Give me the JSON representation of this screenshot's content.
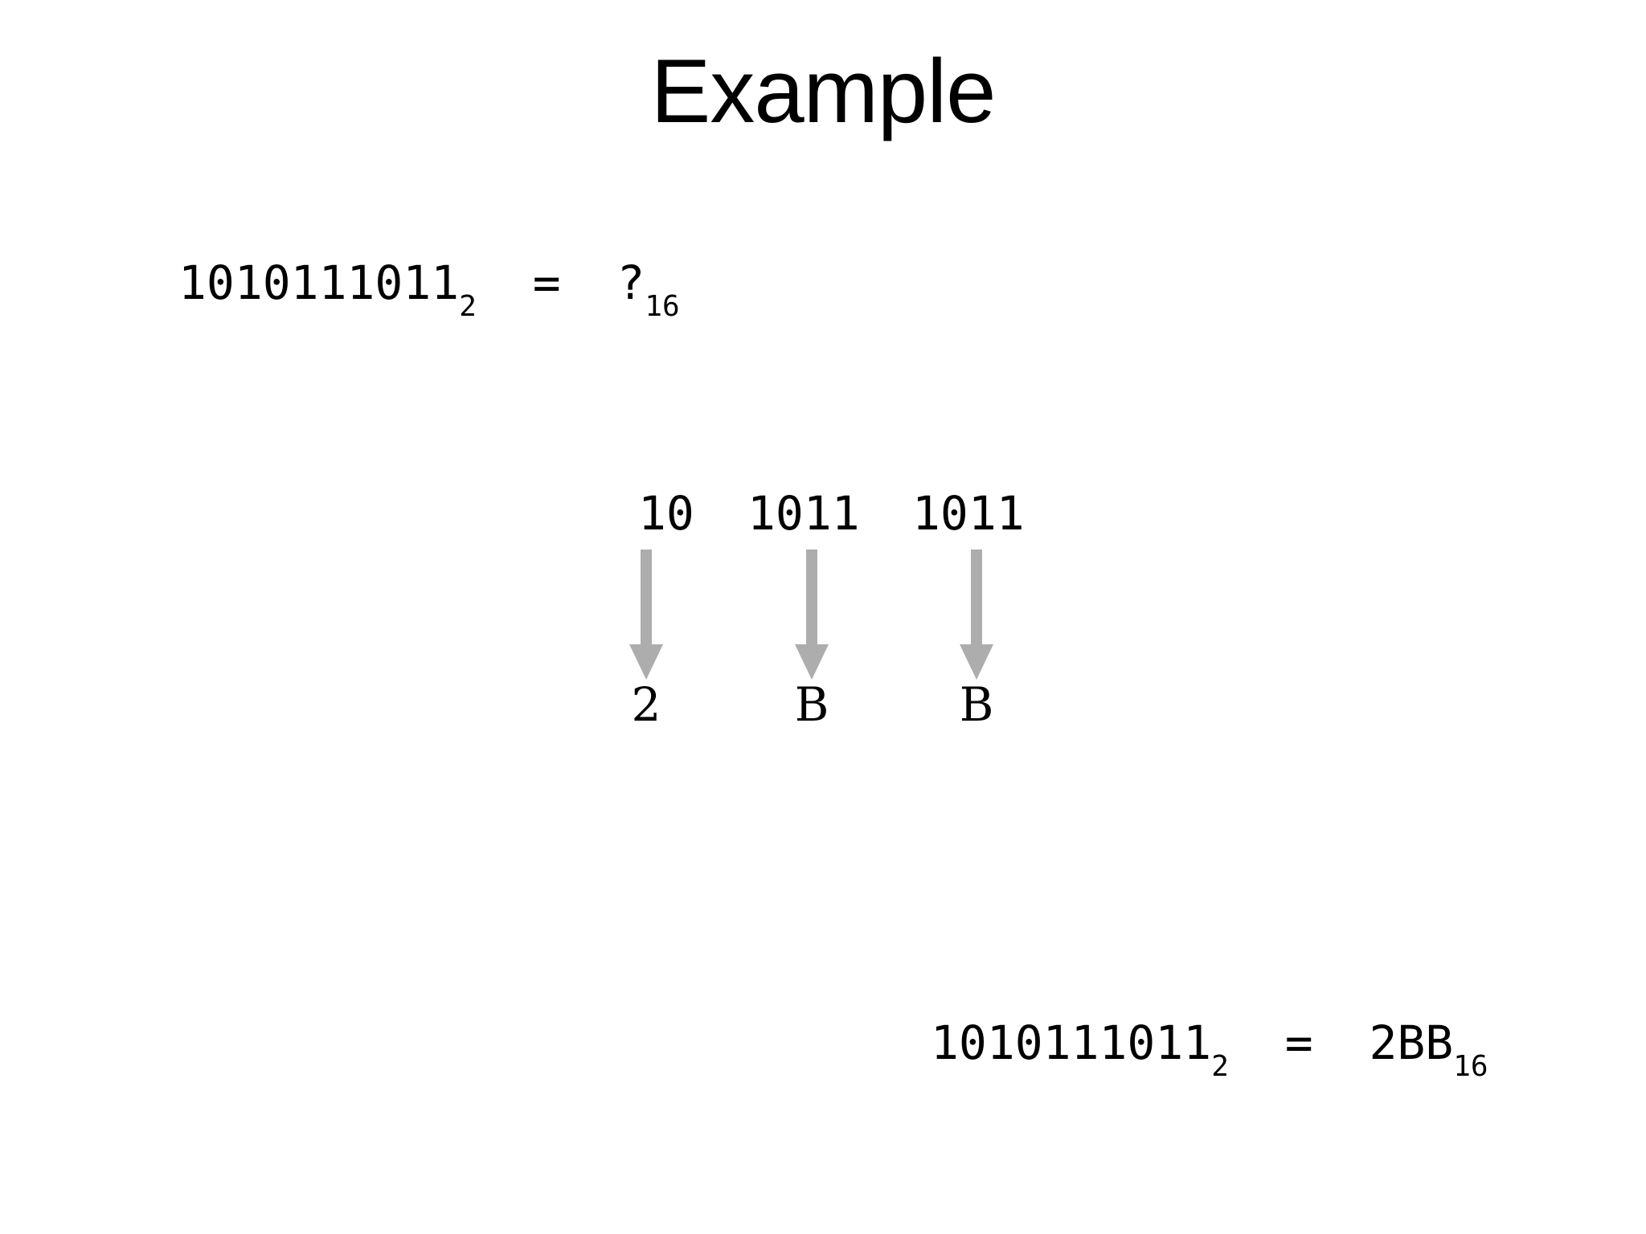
{
  "slide": {
    "title": "Example",
    "background_color": "#FFFFFF",
    "text_color": "#000000",
    "arrow_color": "#ADADAD"
  },
  "question": {
    "binary": "1010111011",
    "binary_subscript": "2",
    "equals": "  =  ",
    "result": "?",
    "result_subscript": "16",
    "full_text": "1010111011₂ = ?₁₆"
  },
  "conversion": {
    "groups": [
      {
        "bits": "10",
        "hex": "2"
      },
      {
        "bits": "1011",
        "hex": "B"
      },
      {
        "bits": "1011",
        "hex": "B"
      }
    ],
    "arrow_icon": "down-arrow-icon",
    "arrow_count": 3
  },
  "answer": {
    "binary": "1010111011",
    "binary_subscript": "2",
    "equals": "  =  ",
    "result": "2BB",
    "result_subscript": "16",
    "full_text": "1010111011₂ = 2BB₁₆"
  }
}
